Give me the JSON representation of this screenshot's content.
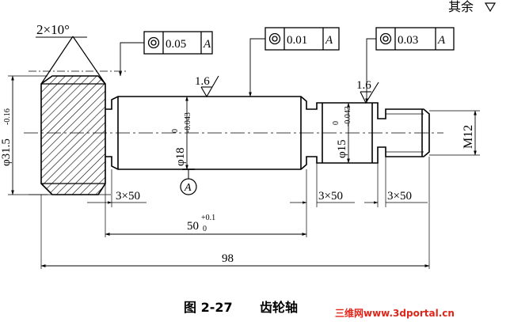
{
  "figure": {
    "corner_note": "其余",
    "chamfer_note": "2×10°",
    "left_diameter": "φ31.5",
    "left_diameter_tol": "-0.16",
    "middle_diameter": "φ18",
    "middle_diameter_tol_upper": "0",
    "middle_diameter_tol_lower": "-0.043",
    "right_diameter": "φ15",
    "right_diameter_tol_upper": "0",
    "right_diameter_tol_lower": "-0.043",
    "thread_label": "M12",
    "datum_label": "A",
    "roughness_middle": "1.6",
    "roughness_right": "1.6",
    "undercut_left": "3×50",
    "undercut_middle": "3×50",
    "undercut_right": "3×50",
    "length_middle": "50",
    "length_middle_tol_upper": "+0.1",
    "length_middle_tol_lower": "0",
    "total_length": "98",
    "runout_frames": [
      {
        "value": "0.05",
        "datum": "A"
      },
      {
        "value": "0.01",
        "datum": "A"
      },
      {
        "value": "0.03",
        "datum": "A"
      }
    ],
    "caption_number": "图 2-27",
    "caption_title": "齿轮轴",
    "watermark": "三维网www.3dportal.cn"
  },
  "colors": {
    "watermark": "#e0251b",
    "ink": "#000000"
  }
}
